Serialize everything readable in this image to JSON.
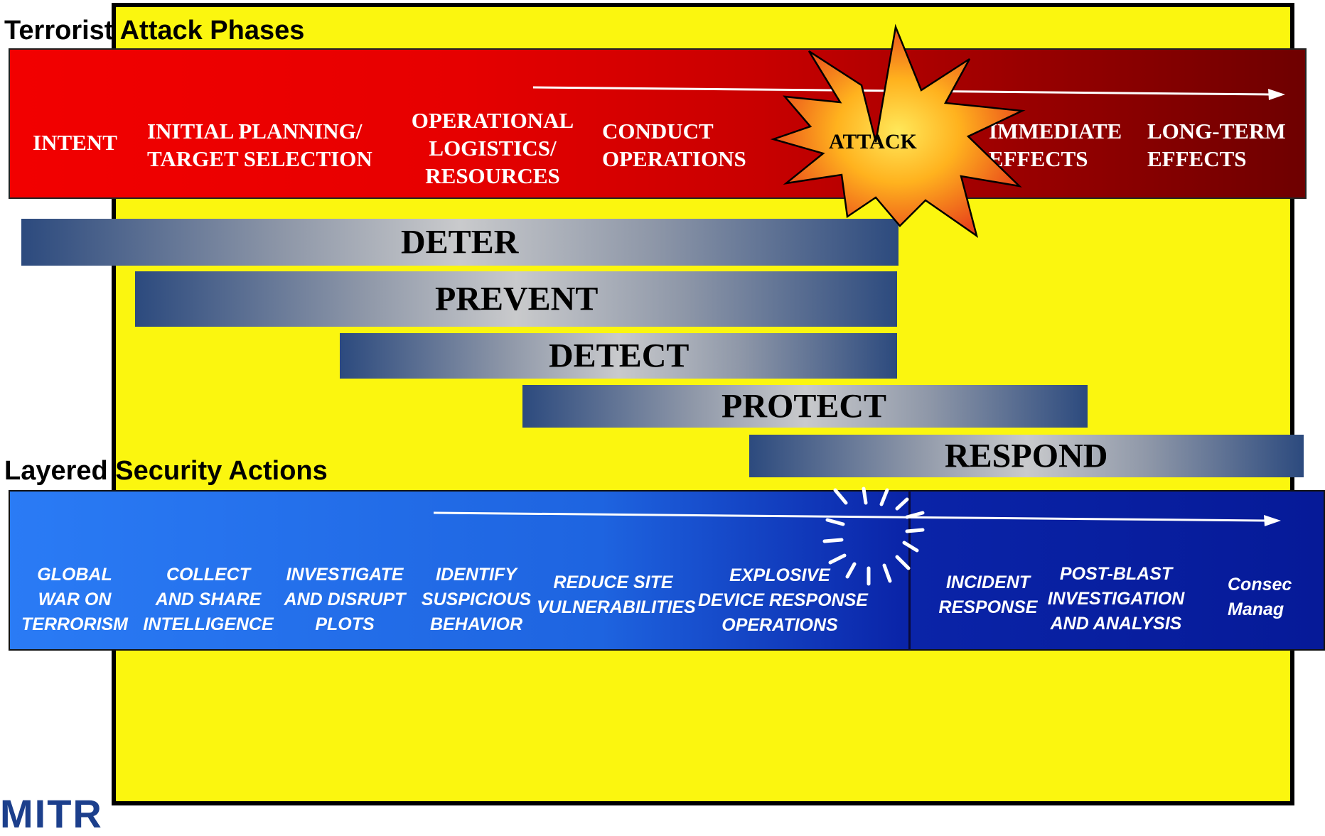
{
  "sections": {
    "attack_phases_title": "Terrorist Attack Phases",
    "security_actions_title": "Layered Security Actions"
  },
  "phases": [
    {
      "label": "INTENT"
    },
    {
      "label": "INITIAL PLANNING/\nTARGET SELECTION"
    },
    {
      "label": "OPERATIONAL\nLOGISTICS/\nRESOURCES"
    },
    {
      "label": "CONDUCT\nOPERATIONS"
    },
    {
      "label": "ATTACK"
    },
    {
      "label": "IMMEDIATE\nEFFECTS"
    },
    {
      "label": "LONG-TERM\nEFFECTS"
    }
  ],
  "actions": [
    {
      "label": "DETER"
    },
    {
      "label": "PREVENT"
    },
    {
      "label": "DETECT"
    },
    {
      "label": "PROTECT"
    },
    {
      "label": "RESPOND"
    }
  ],
  "security_actions": [
    {
      "label": "GLOBAL\nWAR ON\nTERRORISM"
    },
    {
      "label": "COLLECT\nAND SHARE\nINTELLIGENCE"
    },
    {
      "label": "INVESTIGATE\nAND DISRUPT\nPLOTS"
    },
    {
      "label": "IDENTIFY\nSUSPICIOUS\nBEHAVIOR"
    },
    {
      "label": "REDUCE SITE\nVULNERABILITIES"
    },
    {
      "label": "EXPLOSIVE\nDEVICE RESPONSE\nOPERATIONS"
    },
    {
      "label": "INCIDENT\nRESPONSE"
    },
    {
      "label": "POST-BLAST\nINVESTIGATION\nAND ANALYSIS"
    },
    {
      "label": "Consec\nManag"
    }
  ],
  "logo_text": "MITR",
  "colors": {
    "background_box": "#fbf60f",
    "phase_band_start": "#f20000",
    "phase_band_end": "#6e0000",
    "action_band_start": "#2a7bf5",
    "action_band_end": "#061a98",
    "starburst_outer": "#e8431a",
    "starburst_inner": "#ffd23a"
  },
  "icons": {
    "attack": "explosion-starburst-icon",
    "security_burst": "spark-burst-icon",
    "flow_arrow": "arrow-right-icon"
  }
}
